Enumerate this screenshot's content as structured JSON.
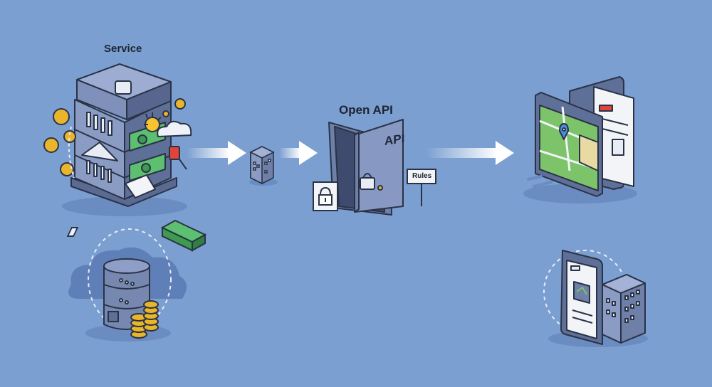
{
  "service": {
    "title": "Service"
  },
  "gateway": {
    "title": "Open API",
    "door_label": "API",
    "sign_label": "Rules"
  },
  "colors": {
    "background": "#7b9fd0",
    "outline": "#2a3346",
    "building": "#6e7fa8",
    "screen": "#f2f4f8",
    "money": "#5cc070",
    "coin": "#e9b52a",
    "map_green": "#7cc36a",
    "arrow": "#ffffff",
    "accent_red": "#e0433a"
  }
}
